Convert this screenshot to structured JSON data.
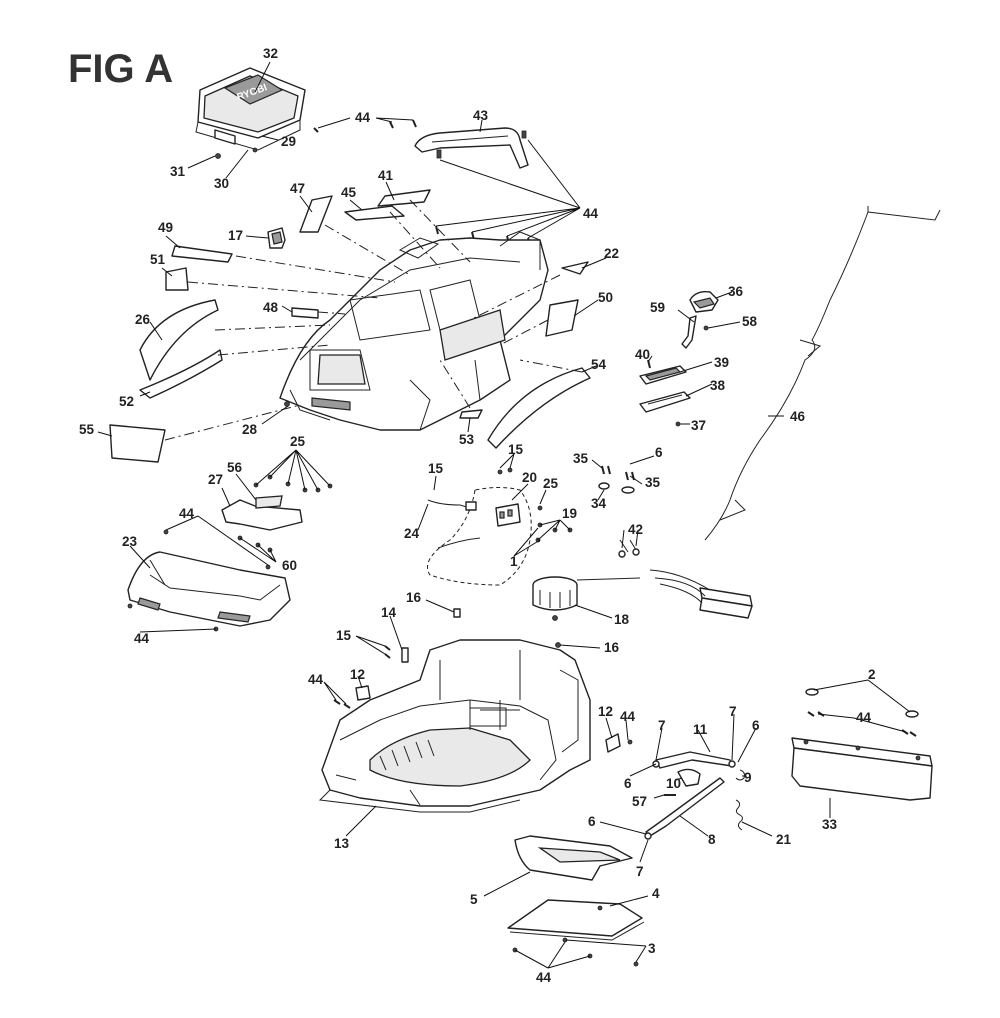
{
  "figure": {
    "title": "FIG A"
  },
  "brand": {
    "logo_text": "RYOBI"
  },
  "callouts": [
    {
      "id": "c32",
      "text": "32"
    },
    {
      "id": "c29",
      "text": "29"
    },
    {
      "id": "c31",
      "text": "31"
    },
    {
      "id": "c30",
      "text": "30"
    },
    {
      "id": "c44a",
      "text": "44"
    },
    {
      "id": "c43",
      "text": "43"
    },
    {
      "id": "c44b",
      "text": "44"
    },
    {
      "id": "c47",
      "text": "47"
    },
    {
      "id": "c45",
      "text": "45"
    },
    {
      "id": "c41",
      "text": "41"
    },
    {
      "id": "c17",
      "text": "17"
    },
    {
      "id": "c49",
      "text": "49"
    },
    {
      "id": "c51",
      "text": "51"
    },
    {
      "id": "c22",
      "text": "22"
    },
    {
      "id": "c26",
      "text": "26"
    },
    {
      "id": "c48",
      "text": "48"
    },
    {
      "id": "c50",
      "text": "50"
    },
    {
      "id": "c36",
      "text": "36"
    },
    {
      "id": "c59",
      "text": "59"
    },
    {
      "id": "c58",
      "text": "58"
    },
    {
      "id": "c40",
      "text": "40"
    },
    {
      "id": "c39",
      "text": "39"
    },
    {
      "id": "c38",
      "text": "38"
    },
    {
      "id": "c37",
      "text": "37"
    },
    {
      "id": "c46",
      "text": "46"
    },
    {
      "id": "c52",
      "text": "52"
    },
    {
      "id": "c54",
      "text": "54"
    },
    {
      "id": "c28",
      "text": "28"
    },
    {
      "id": "c53",
      "text": "53"
    },
    {
      "id": "c55",
      "text": "55"
    },
    {
      "id": "c25a",
      "text": "25"
    },
    {
      "id": "c56",
      "text": "56"
    },
    {
      "id": "c27",
      "text": "27"
    },
    {
      "id": "c15a",
      "text": "15"
    },
    {
      "id": "c15b",
      "text": "15"
    },
    {
      "id": "c20",
      "text": "20"
    },
    {
      "id": "c25b",
      "text": "25"
    },
    {
      "id": "c35a",
      "text": "35"
    },
    {
      "id": "c6a",
      "text": "6"
    },
    {
      "id": "c35b",
      "text": "35"
    },
    {
      "id": "c34",
      "text": "34"
    },
    {
      "id": "c44c",
      "text": "44"
    },
    {
      "id": "c24",
      "text": "24"
    },
    {
      "id": "c19",
      "text": "19"
    },
    {
      "id": "c42",
      "text": "42"
    },
    {
      "id": "c23",
      "text": "23"
    },
    {
      "id": "c60",
      "text": "60"
    },
    {
      "id": "c1",
      "text": "1"
    },
    {
      "id": "c44d",
      "text": "44"
    },
    {
      "id": "c16a",
      "text": "16"
    },
    {
      "id": "c18",
      "text": "18"
    },
    {
      "id": "c14",
      "text": "14"
    },
    {
      "id": "c15c",
      "text": "15"
    },
    {
      "id": "c16b",
      "text": "16"
    },
    {
      "id": "c2",
      "text": "2"
    },
    {
      "id": "c44e",
      "text": "44"
    },
    {
      "id": "c12a",
      "text": "12"
    },
    {
      "id": "c44f",
      "text": "44"
    },
    {
      "id": "c12b",
      "text": "12"
    },
    {
      "id": "c44g",
      "text": "44"
    },
    {
      "id": "c7a",
      "text": "7"
    },
    {
      "id": "c11",
      "text": "11"
    },
    {
      "id": "c7b",
      "text": "7"
    },
    {
      "id": "c6b",
      "text": "6"
    },
    {
      "id": "c6c",
      "text": "6"
    },
    {
      "id": "c10",
      "text": "10"
    },
    {
      "id": "c9",
      "text": "9"
    },
    {
      "id": "c57",
      "text": "57"
    },
    {
      "id": "c13",
      "text": "13"
    },
    {
      "id": "c6d",
      "text": "6"
    },
    {
      "id": "c8",
      "text": "8"
    },
    {
      "id": "c21",
      "text": "21"
    },
    {
      "id": "c33",
      "text": "33"
    },
    {
      "id": "c7c",
      "text": "7"
    },
    {
      "id": "c5",
      "text": "5"
    },
    {
      "id": "c4",
      "text": "4"
    },
    {
      "id": "c3",
      "text": "3"
    },
    {
      "id": "c44h",
      "text": "44"
    }
  ]
}
